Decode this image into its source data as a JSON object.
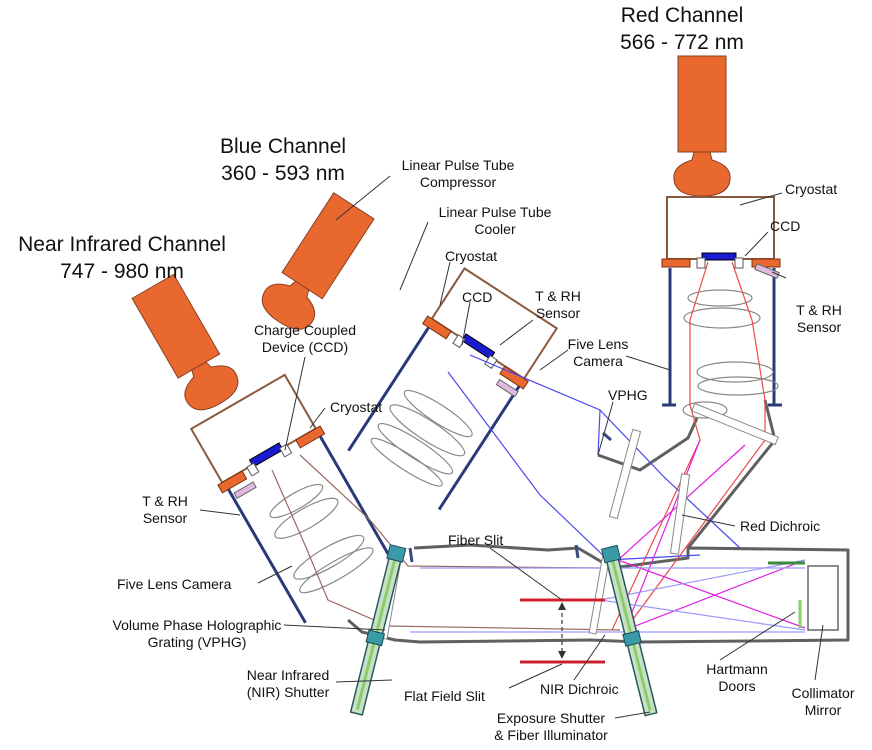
{
  "channels": {
    "red": {
      "name": "Red Channel",
      "range": "566 - 772 nm"
    },
    "blue": {
      "name": "Blue Channel",
      "range": "360 - 593 nm"
    },
    "nir": {
      "name": "Near Infrared Channel",
      "range": "747 - 980 nm"
    }
  },
  "labels": {
    "compressor": [
      "Linear Pulse Tube",
      "Compressor"
    ],
    "cooler": [
      "Linear Pulse Tube",
      "Cooler"
    ],
    "cryostat_blue": "Cryostat",
    "cryostat_red": "Cryostat",
    "cryostat_nir": "Cryostat",
    "ccd_red": "CCD",
    "ccd_blue": "CCD",
    "ccd_nir": [
      "Charge Coupled",
      "Device (CCD)"
    ],
    "trh_red": [
      "T & RH",
      "Sensor"
    ],
    "trh_blue": [
      "T & RH",
      "Sensor"
    ],
    "trh_nir": [
      "T & RH",
      "Sensor"
    ],
    "five_lens_blue": [
      "Five Lens",
      "Camera"
    ],
    "five_lens_nir": "Five Lens Camera",
    "vphg_blue": "VPHG",
    "red_dichroic": "Red Dichroic",
    "fiber_slit": "Fiber Slit",
    "vphg_full": [
      "Volume Phase Holographic",
      "Grating (VPHG)"
    ],
    "nir_shutter": [
      "Near Infrared",
      "(NIR) Shutter"
    ],
    "flat_field_slit": "Flat Field Slit",
    "nir_dichroic": "NIR Dichroic",
    "exposure_shutter": [
      "Exposure Shutter",
      "& Fiber Illuminator"
    ],
    "hartmann": [
      "Hartmann",
      "Doors"
    ],
    "collimator": [
      "Collimator",
      "Mirror"
    ]
  },
  "colors": {
    "compressor": "#e8682f",
    "cryostat_outline": "#8b5a3c",
    "camera_outline": "#283a78",
    "enclosure": "#606060",
    "ccd": "#1a1ad0",
    "beam_red": "#f04848",
    "beam_blue": "#4848f0",
    "beam_nir": "#9a6a60",
    "beam_magenta": "#e020e0",
    "beam_violet": "#9a9af8",
    "slit": "#cc2030",
    "sensor": "#e0b8e0",
    "shutter_teal": "#3a9aa8",
    "shutter_green": "#8acc66",
    "hartmann_green": "#3a8a3a"
  }
}
